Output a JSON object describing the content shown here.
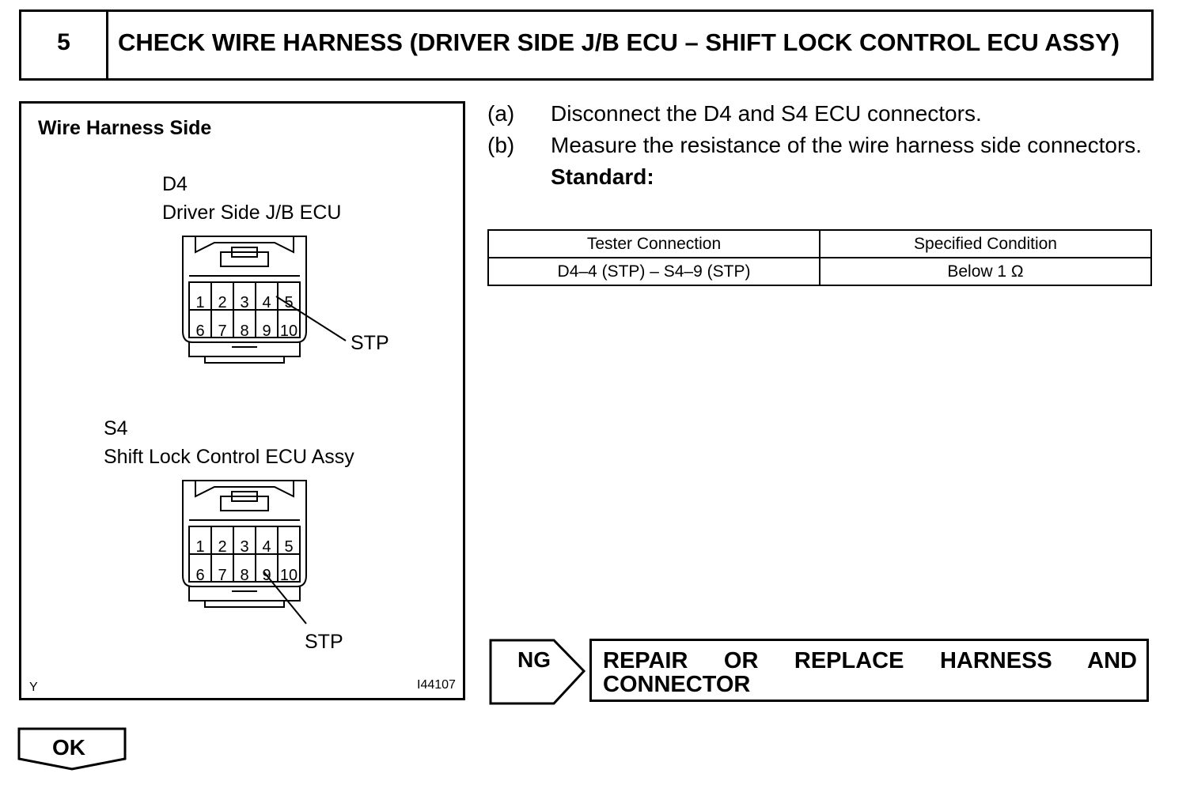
{
  "step": {
    "number": "5",
    "title": "CHECK WIRE HARNESS (DRIVER SIDE J/B ECU – SHIFT LOCK CONTROL ECU ASSY)"
  },
  "illustration": {
    "title": "Wire Harness Side",
    "connector_d4": {
      "code": "D4",
      "name": "Driver Side J/B ECU",
      "pins": [
        "1",
        "2",
        "3",
        "4",
        "5",
        "6",
        "7",
        "8",
        "9",
        "10"
      ],
      "callout": "STP"
    },
    "connector_s4": {
      "code": "S4",
      "name": "Shift Lock Control ECU Assy",
      "pins": [
        "1",
        "2",
        "3",
        "4",
        "5",
        "6",
        "7",
        "8",
        "9",
        "10"
      ],
      "callout": "STP"
    },
    "corner_left": "Y",
    "figure_id": "I44107"
  },
  "procedure": {
    "a_mark": "(a)",
    "a_text": "Disconnect the D4 and S4 ECU connectors.",
    "b_mark": "(b)",
    "b_text": "Measure the resistance of the wire harness side connectors.",
    "standard_label": "Standard:"
  },
  "spec_table": {
    "headers": [
      "Tester Connection",
      "Specified Condition"
    ],
    "rows": [
      [
        "D4–4 (STP) – S4–9 (STP)",
        "Below 1 Ω"
      ]
    ]
  },
  "result": {
    "ng_label": "NG",
    "ng_action_line1": "REPAIR OR REPLACE HARNESS AND",
    "ng_action_line2": "CONNECTOR",
    "ok_label": "OK"
  }
}
